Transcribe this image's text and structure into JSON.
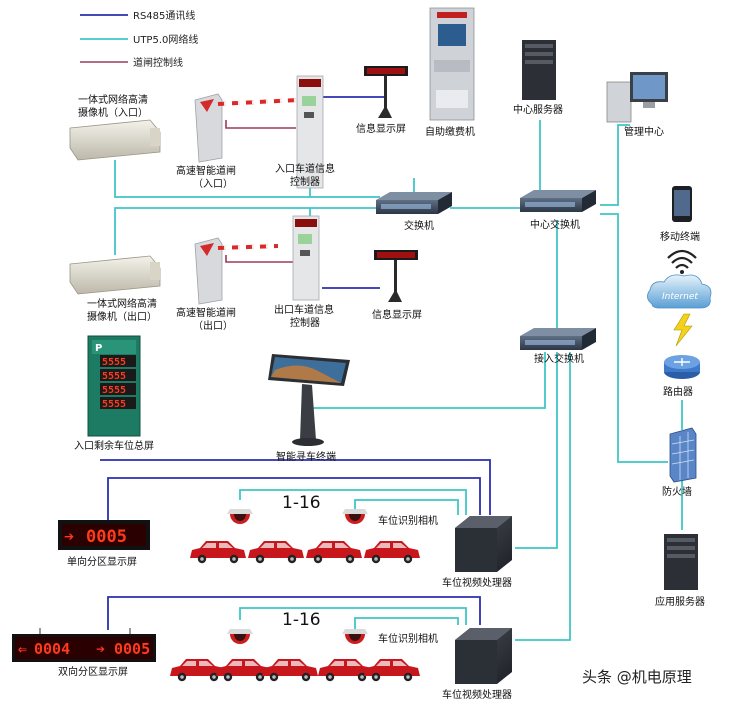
{
  "legend": {
    "rs485": "RS485通讯线",
    "utp": "UTP5.0网络线",
    "gate": "道闸控制线"
  },
  "labels": {
    "camera_in_1": "一体式网络高清",
    "camera_in_2": "摄像机（入口）",
    "gate_in_1": "高速智能道闸",
    "gate_in_2": "（入口）",
    "ctrl_in_1": "入口车道信息",
    "ctrl_in_2": "控制器",
    "info_screen_top": "信息显示屏",
    "kiosk": "自助缴费机",
    "center_server": "中心服务器",
    "mgmt_center": "管理中心",
    "switch": "交换机",
    "center_switch": "中心交换机",
    "mobile": "移动终端",
    "internet": "Internet",
    "camera_out_1": "一体式网络高清",
    "camera_out_2": "摄像机（出口）",
    "gate_out_1": "高速智能道闸",
    "gate_out_2": "（出口）",
    "ctrl_out_1": "出口车道信息",
    "ctrl_out_2": "控制器",
    "info_screen_mid": "信息显示屏",
    "access_switch": "接入交换机",
    "router": "路由器",
    "entrance_board": "入口剩余车位总屏",
    "search_terminal": "智能寻车终端",
    "firewall": "防火墙",
    "range_1": "1-16",
    "range_2": "1-16",
    "space_cam_1": "车位识别相机",
    "space_cam_2": "车位识别相机",
    "single_zone": "单向分区显示屏",
    "double_zone": "双向分区显示屏",
    "processor_1": "车位视频处理器",
    "processor_2": "车位视频处理器",
    "app_server": "应用服务器",
    "watermark": "头条 @机电原理"
  },
  "led": {
    "board_rows": [
      "5555",
      "5555",
      "5555",
      "5555"
    ],
    "single_zone_value": "0005",
    "double_zone_left": "0004",
    "double_zone_right": "0005"
  },
  "colors": {
    "rs485": "#2b2fb0",
    "utp": "#3fc6c6",
    "gate": "#9b3a5a",
    "led": "#ff3a1e"
  }
}
